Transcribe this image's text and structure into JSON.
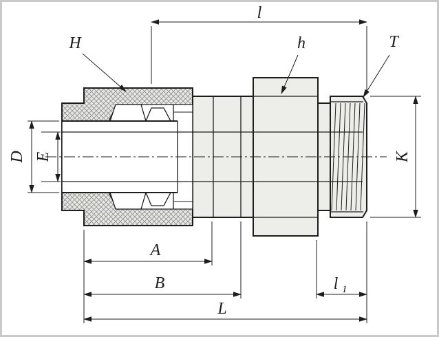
{
  "drawing": {
    "labels": {
      "H": "H",
      "l": "l",
      "h": "h",
      "T": "T",
      "D": "D",
      "E": "E",
      "K": "K",
      "A": "A",
      "B": "B",
      "L": "L",
      "l1_main": "l",
      "l1_sub": "1"
    },
    "colors": {
      "line": "#1d1d1d",
      "body_fill": "#ededea",
      "hatch_bg": "#e7e7e4",
      "hatch_line": "#8e8e8e",
      "background": "#ffffff",
      "frame": "#c9c9c9"
    }
  }
}
